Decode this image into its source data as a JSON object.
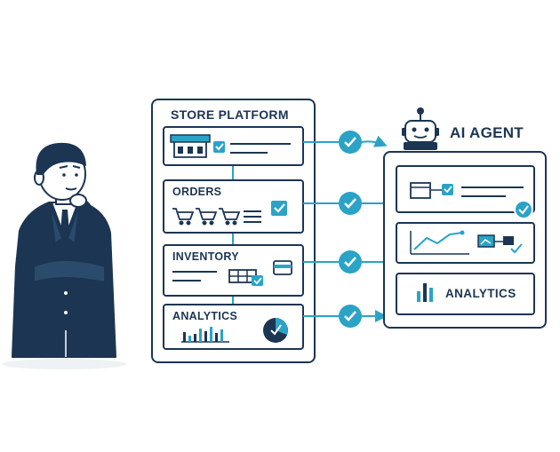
{
  "platform": {
    "title": "STORE PLATFORM",
    "sections": [
      {
        "id": "storefront",
        "label": ""
      },
      {
        "id": "orders",
        "label": "ORDERS"
      },
      {
        "id": "inventory",
        "label": "INVENTORY"
      },
      {
        "id": "analytics",
        "label": "ANALYTICS"
      }
    ]
  },
  "agent": {
    "title": "AI AGENT",
    "cards": [
      {
        "id": "data-card",
        "label": ""
      },
      {
        "id": "trend-card",
        "label": ""
      },
      {
        "id": "analytics-card",
        "label": "ANALYTICS"
      }
    ]
  },
  "colors": {
    "navy": "#1c3553",
    "accent": "#2aa3c6",
    "light": "#e8eef4"
  },
  "icons": [
    "person",
    "store-icon",
    "cart-icon",
    "check-icon",
    "robot-icon",
    "bar-chart-icon",
    "pie-chart-icon",
    "line-chart-icon"
  ]
}
